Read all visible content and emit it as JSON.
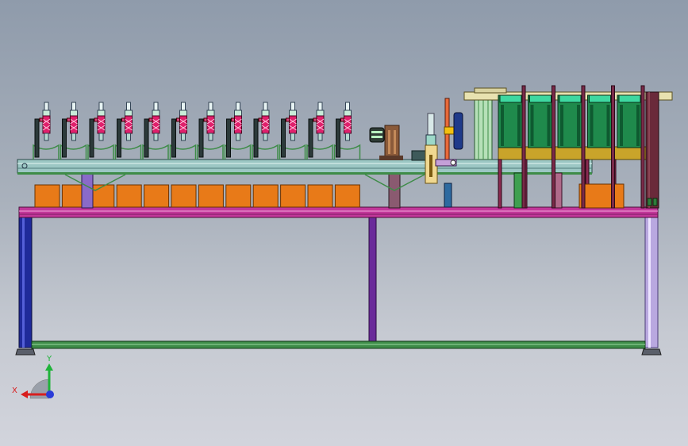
{
  "viewport": {
    "background_top": "#8f9bab",
    "background_bottom": "#d2d4dc"
  },
  "machine": {
    "station_count": 12,
    "box_count": 12,
    "magazine_count": 5,
    "colors": {
      "frame_blue": "#1f2a9a",
      "frame_lavender": "#b9a8e0",
      "rail_magenta": "#c2379a",
      "rail_green": "#3e8c48",
      "rail_teal": "#7fb3b0",
      "box_orange": "#e87a18",
      "cylinder_pink": "#e0206c",
      "magazine_green": "#1f8a4c",
      "magazine_base": "#c9a42a",
      "strut_purple": "#6a2a9a"
    }
  },
  "triad": {
    "x_label": "X",
    "y_label": "Y",
    "x_color": "#d81e1e",
    "y_color": "#1fb33a",
    "z_color": "#2a3bd8"
  }
}
